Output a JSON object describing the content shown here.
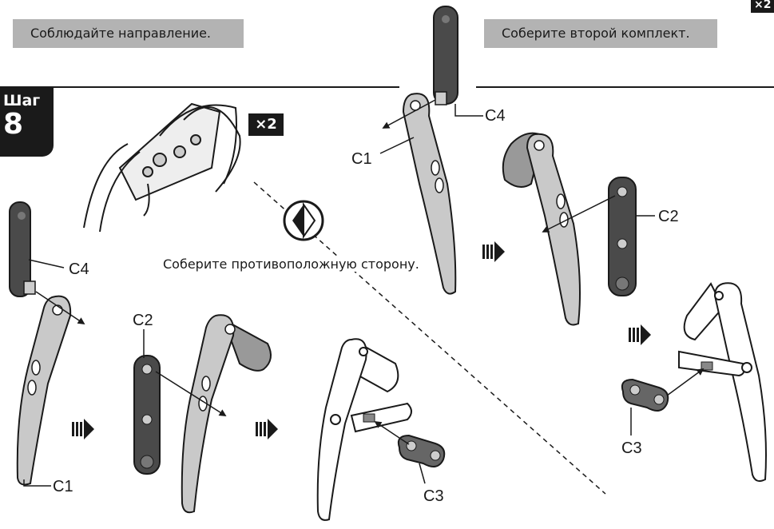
{
  "notes": {
    "direction": "Соблюдайте направление.",
    "second_set": "Соберите второй комплект."
  },
  "step": {
    "word": "Шаг",
    "number": "8"
  },
  "multiplier": "×2",
  "corner_multiplier": "×2",
  "mirror_caption": "Соберите противоположную сторону.",
  "labels": {
    "c1_left": "C1",
    "c4_left": "C4",
    "c2_mid": "C2",
    "c3_mid": "C3",
    "c1_right": "C1",
    "c4_right": "C4",
    "c2_right": "C2",
    "c3_right": "C3"
  }
}
